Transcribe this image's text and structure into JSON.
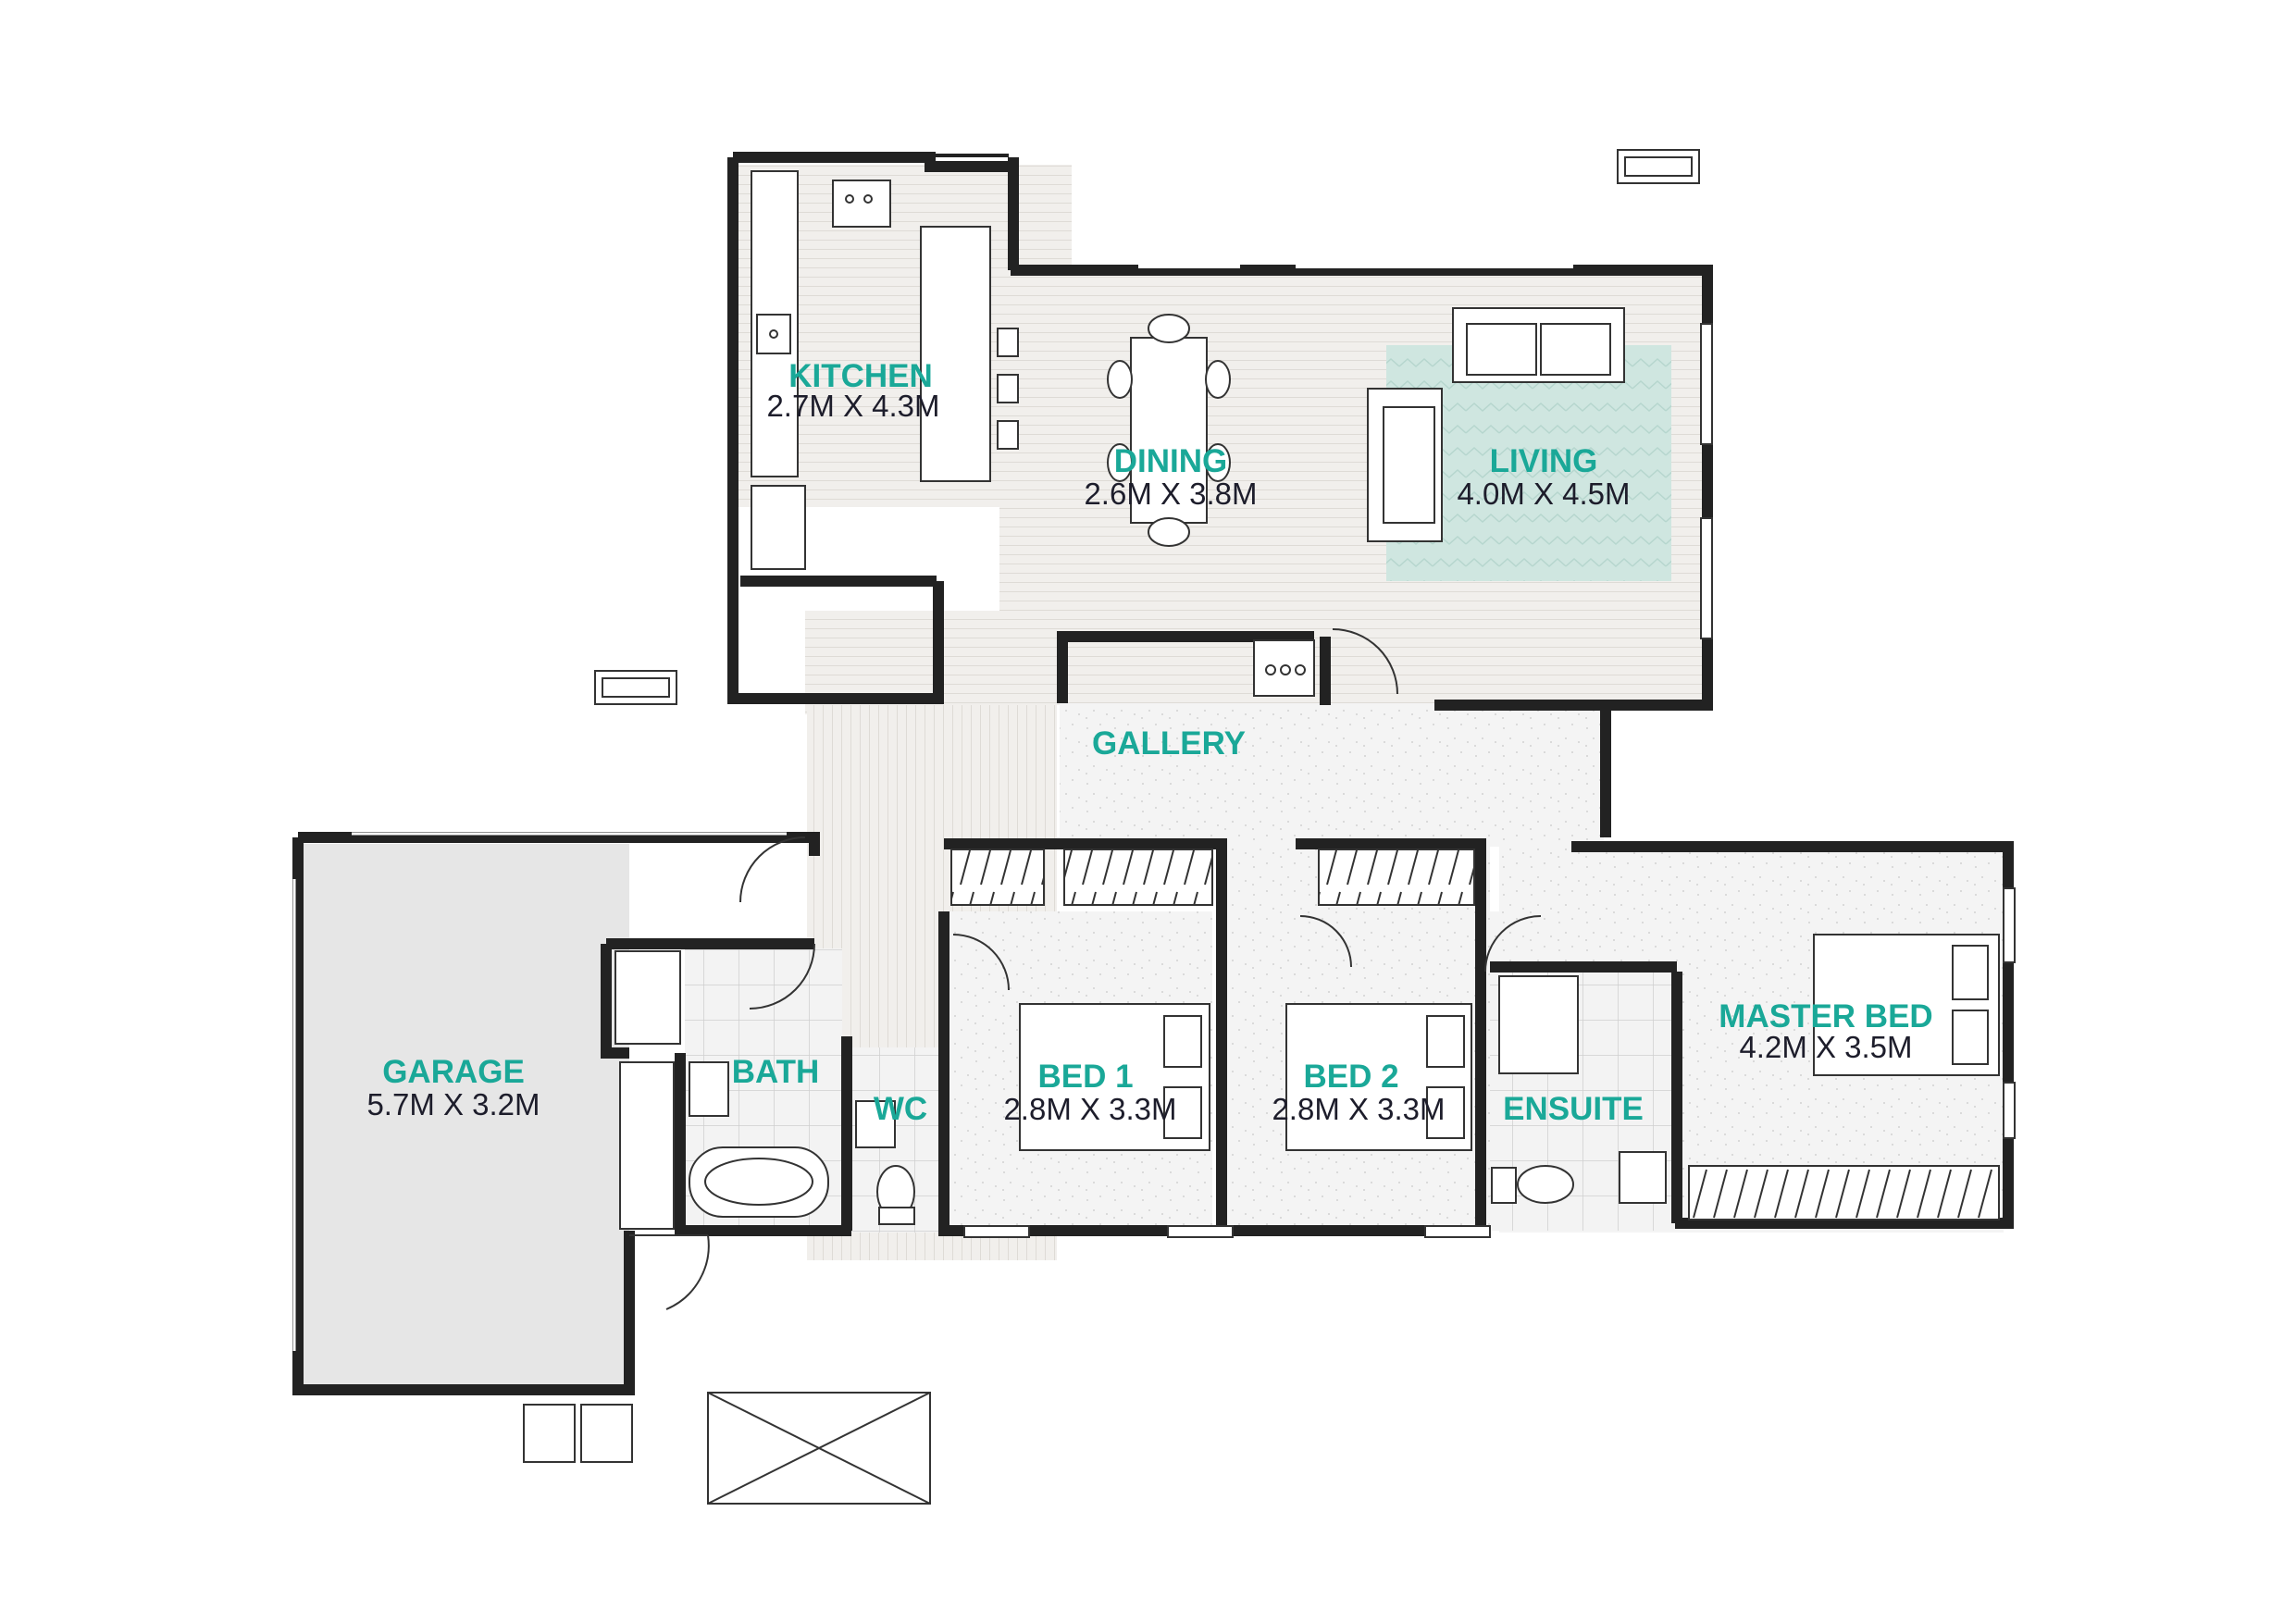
{
  "colors": {
    "label": "#1aa898",
    "dimension": "#1d1d2b",
    "wall": "#222222",
    "timber_floor": "#f1efec",
    "tile_floor": "#f3f3f3",
    "carpet_floor": "#f4f4f4",
    "garage_floor": "#e6e6e6",
    "rug": "#cfe6e0"
  },
  "rooms": [
    {
      "id": "kitchen",
      "name": "KITCHEN",
      "dimensions": "2.7M X 4.3M"
    },
    {
      "id": "dining",
      "name": "DINING",
      "dimensions": "2.6M X 3.8M"
    },
    {
      "id": "living",
      "name": "LIVING",
      "dimensions": "4.0M X 4.5M"
    },
    {
      "id": "gallery",
      "name": "GALLERY",
      "dimensions": ""
    },
    {
      "id": "garage",
      "name": "GARAGE",
      "dimensions": "5.7M X 3.2M"
    },
    {
      "id": "bath",
      "name": "BATH",
      "dimensions": ""
    },
    {
      "id": "wc",
      "name": "WC",
      "dimensions": ""
    },
    {
      "id": "bed1",
      "name": "BED 1",
      "dimensions": "2.8M X 3.3M"
    },
    {
      "id": "bed2",
      "name": "BED 2",
      "dimensions": "2.8M X 3.3M"
    },
    {
      "id": "ensuite",
      "name": "ENSUITE",
      "dimensions": ""
    },
    {
      "id": "master",
      "name": "MASTER BED",
      "dimensions": "4.2M X 3.5M"
    }
  ]
}
